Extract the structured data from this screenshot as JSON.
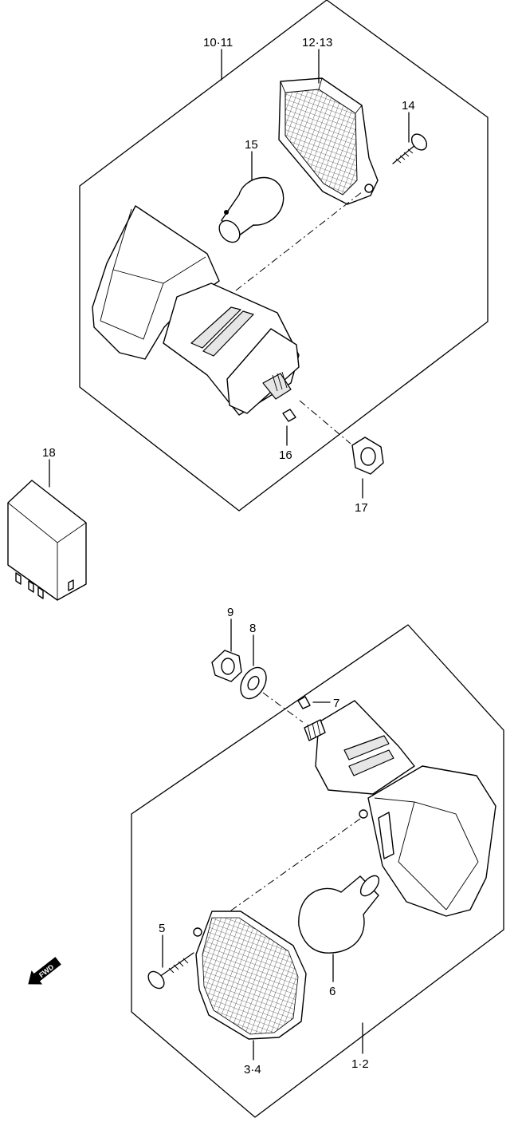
{
  "diagram": {
    "labels": {
      "p1_2": "1·2",
      "p3_4": "3·4",
      "p5": "5",
      "p6": "6",
      "p7": "7",
      "p8": "8",
      "p9": "9",
      "p10_11": "10·11",
      "p12_13": "12·13",
      "p14": "14",
      "p15": "15",
      "p16": "16",
      "p17": "17",
      "p18": "18"
    },
    "fwd_arrow": "FWD"
  }
}
